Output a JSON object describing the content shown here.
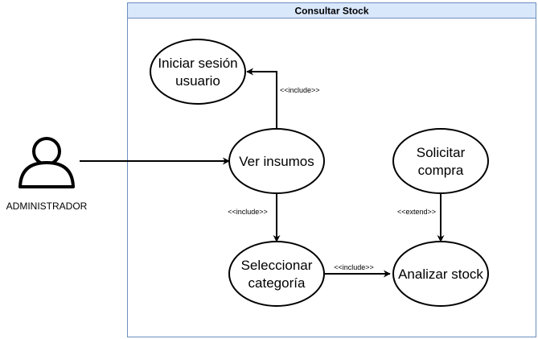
{
  "diagram": {
    "boundary_title": "Consultar Stock",
    "actor": {
      "label": "ADMINISTRADOR",
      "icon": "person-icon"
    },
    "use_cases": {
      "iniciar_sesion": [
        "Iniciar sesión",
        "usuario"
      ],
      "ver_insumos": [
        "Ver insumos"
      ],
      "solicitar_compra": [
        "Solicitar",
        "compra"
      ],
      "seleccionar_categoria": [
        "Seleccionar",
        "categoría"
      ],
      "analizar_stock": [
        "Analizar stock"
      ]
    },
    "relations": {
      "ver_to_iniciar": "<<include>>",
      "ver_to_seleccionar": "<<include>>",
      "seleccionar_to_analizar": "<<include>>",
      "solicitar_to_analizar": "<<extend>>"
    },
    "colors": {
      "boundary_header_fill": "#dae8fc",
      "boundary_stroke": "#6c8ebf",
      "line": "#000000"
    }
  }
}
